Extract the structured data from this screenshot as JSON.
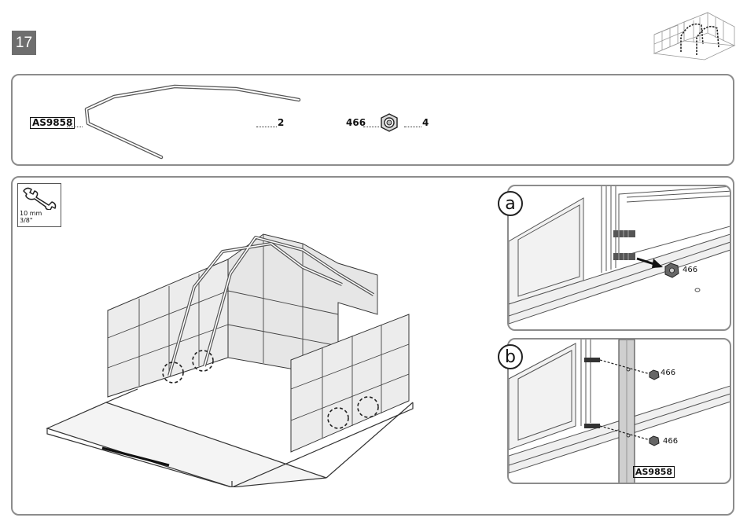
{
  "step": {
    "number": "17"
  },
  "parts": {
    "items": [
      {
        "code": "AS9858",
        "quantity": "2"
      },
      {
        "code": "466",
        "quantity": "4"
      }
    ]
  },
  "tool": {
    "size_metric": "10 mm",
    "size_imperial": "3/8\"",
    "icon": "wrench-icon"
  },
  "details": {
    "a": {
      "label": "a",
      "part_code": "466"
    },
    "b": {
      "label": "b",
      "part_code_1": "466",
      "part_code_2": "466",
      "profile_code": "AS9858"
    }
  }
}
